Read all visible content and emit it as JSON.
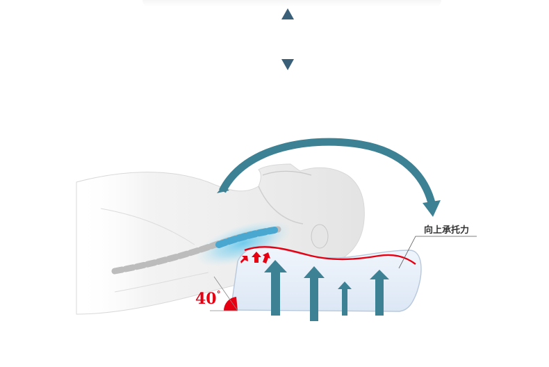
{
  "navigation": {
    "up_icon": "triangle-up-icon",
    "down_icon": "triangle-down-icon"
  },
  "illustration": {
    "subject": "neck-support-pillow",
    "callout_label": "向上承托力",
    "angle_value": "40",
    "angle_unit": "°"
  },
  "colors": {
    "nav_arrow": "#3a5f78",
    "rotation_arrow": "#3d8194",
    "support_arrow": "#3d8194",
    "pillow_fill": "#e5eef9",
    "pillow_outline": "#b8c8dc",
    "red_accent": "#e60012",
    "spine_glow": "#69c9ec"
  }
}
